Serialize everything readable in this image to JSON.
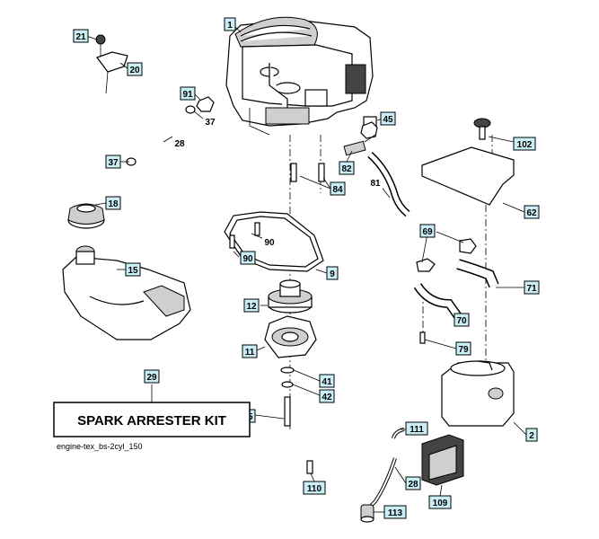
{
  "callouts": {
    "c1": "1",
    "c21": "21",
    "c20": "20",
    "c91": "91",
    "c37a": "37",
    "c28a": "28",
    "c37b": "37",
    "c45": "45",
    "c102": "102",
    "c82": "82",
    "c84": "84",
    "c81": "81",
    "c62": "62",
    "c18": "18",
    "c90a": "90",
    "c90b": "90",
    "c69": "69",
    "c15": "15",
    "c9": "9",
    "c71": "71",
    "c12": "12",
    "c70": "70",
    "c11": "11",
    "c79": "79",
    "c41": "41",
    "c42": "42",
    "c29": "29",
    "c85": "85",
    "c2": "2",
    "c111": "111",
    "c28b": "28",
    "c110": "110",
    "c109": "109",
    "c113": "113"
  },
  "banner": {
    "label": "SPARK ARRESTER KIT"
  },
  "diagram_code": "engine-tex_bs-2cyl_150"
}
